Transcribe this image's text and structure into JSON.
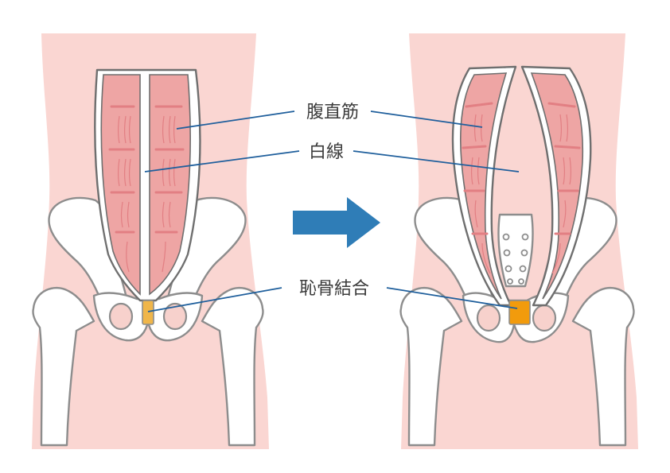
{
  "labels": {
    "rectus_abdominis": "腹直筋",
    "linea_alba": "白線",
    "pubic_symphysis": "恥骨結合"
  },
  "colors": {
    "skin": "#fad6d2",
    "muscle": "#eea5a4",
    "tendon_lines": "#e27f83",
    "pubic_symphysis_normal": "#f0b64a",
    "pubic_symphysis_highlight": "#f29b0c",
    "arrow": "#2f7db7",
    "leader_lines": "#1f5f9c"
  },
  "icons": {
    "arrow": "right-arrow-icon"
  }
}
